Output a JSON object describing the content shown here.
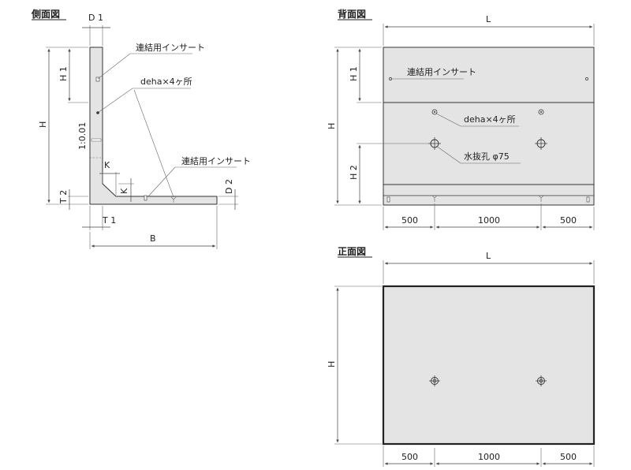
{
  "views": {
    "side": {
      "title": "側面図"
    },
    "back": {
      "title": "背面図"
    },
    "front": {
      "title": "正面図"
    }
  },
  "side_labels": {
    "d1": "D 1",
    "h1": "H 1",
    "h": "H",
    "slope": "1:0.01",
    "insert_top": "連結用インサート",
    "deha": "deha×4ヶ所",
    "insert_bottom": "連結用インサート",
    "k_horizontal": "K",
    "k_vertical": "K",
    "t2": "T 2",
    "d2": "D 2",
    "t1": "T 1",
    "b": "B"
  },
  "back_labels": {
    "l": "L",
    "h1": "H 1",
    "h": "H",
    "h2": "H 2",
    "insert": "連結用インサート",
    "deha": "deha×4ヶ所",
    "drain": "水抜孔 φ75",
    "dim_left": "500",
    "dim_mid": "1000",
    "dim_right": "500"
  },
  "front_labels": {
    "l": "L",
    "h": "H",
    "dim_left": "500",
    "dim_mid": "1000",
    "dim_right": "500"
  }
}
